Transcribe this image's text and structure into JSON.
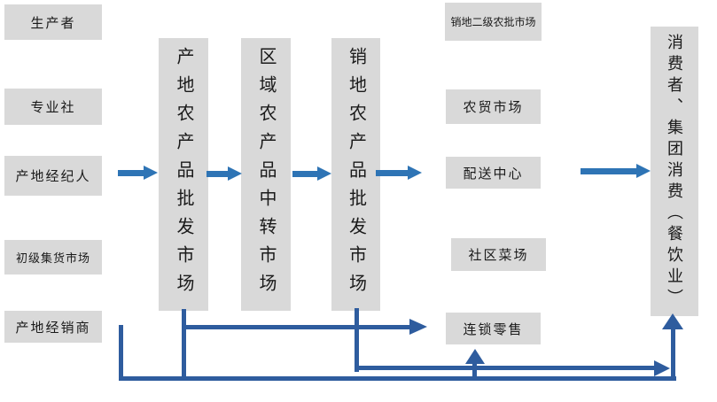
{
  "boxes": {
    "left": [
      {
        "label": "生产者"
      },
      {
        "label": "专业社"
      },
      {
        "label": "产地经纪人"
      },
      {
        "label": "初级集货市场"
      },
      {
        "label": "产地经销商"
      }
    ],
    "stages": [
      {
        "label": "产地农产品批发市场"
      },
      {
        "label": "区域农产品中转市场"
      },
      {
        "label": "销地农产品批发市场"
      }
    ],
    "right": [
      {
        "label": "销地二级农批市场"
      },
      {
        "label": "农贸市场"
      },
      {
        "label": "配送中心"
      },
      {
        "label": "社区菜场"
      },
      {
        "label": "连锁零售"
      }
    ],
    "consumer": {
      "label": "消费者、集团消费（餐饮业）"
    }
  },
  "connections": [
    "产地经纪人→产地农产品批发市场",
    "产地农产品批发市场→区域农产品中转市场",
    "区域农产品中转市场→销地农产品批发市场",
    "销地农产品批发市场→配送中心",
    "配送中心→消费者、集团消费（餐饮业）",
    "产地农产品批发市场→连锁零售",
    "销地农产品批发市场→连锁零售",
    "销地农产品批发市场→消费者、集团消费（餐饮业）",
    "产地经销商→消费者、集团消费（餐饮业）",
    "产地农产品批发市场→消费者、集团消费（餐饮业）"
  ],
  "colors": {
    "box_fill": "#D9D9D9",
    "arrow": "#2E74B5",
    "connector": "#2E5C9E",
    "text": "#1a1a1a",
    "background": "#FFFFFF"
  }
}
